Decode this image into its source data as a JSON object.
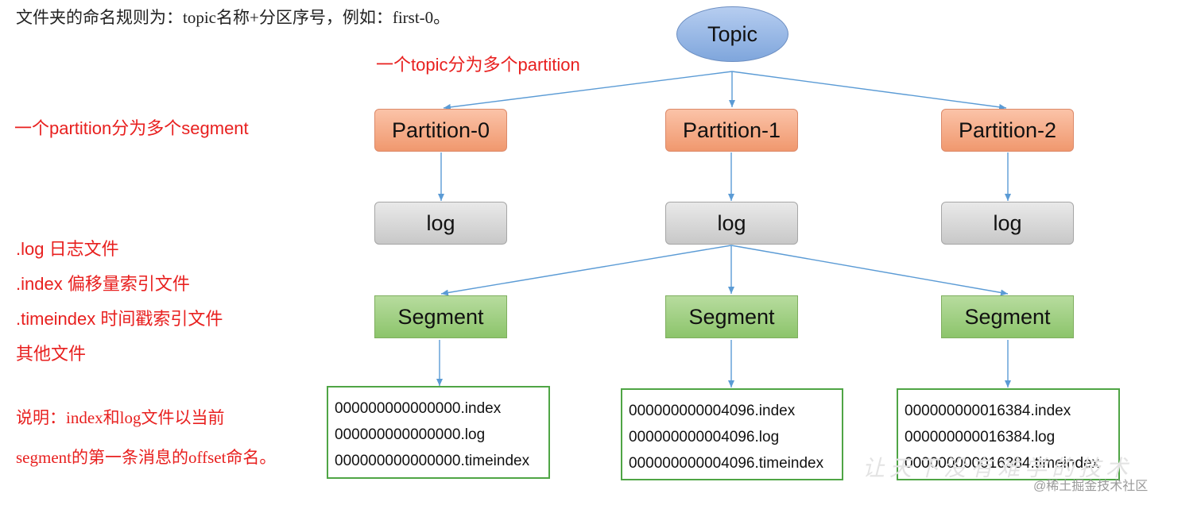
{
  "header_note": "文件夹的命名规则为：topic名称+分区序号，例如：first-0。",
  "annotations": {
    "topic_split": "一个topic分为多个partition",
    "partition_split": "一个partition分为多个segment",
    "file_types": [
      ".log  日志文件",
      ".index 偏移量索引文件",
      ".timeindex 时间戳索引文件",
      "其他文件"
    ],
    "explanation": [
      "说明：index和log文件以当前",
      "segment的第一条消息的offset命名。"
    ]
  },
  "nodes": {
    "topic": "Topic",
    "partitions": [
      "Partition-0",
      "Partition-1",
      "Partition-2"
    ],
    "logs": [
      "log",
      "log",
      "log"
    ],
    "segments": [
      "Segment",
      "Segment",
      "Segment"
    ]
  },
  "file_groups": [
    [
      "000000000000000.index",
      "000000000000000.log",
      "000000000000000.timeindex"
    ],
    [
      "000000000004096.index",
      "000000000004096.log",
      "000000000004096.timeindex"
    ],
    [
      "000000000016384.index",
      "000000000016384.log",
      "000000000016384.timeindex"
    ]
  ],
  "watermark": "@稀土掘金技术社区",
  "watermark_faint": "让天下没有难学的技术",
  "colors": {
    "annotation_red": "#e8201f",
    "arrow_blue": "#5b9bd5",
    "topic_fill": "#8fb1e3",
    "partition_fill": "#f4a27f",
    "log_fill": "#d4d4d4",
    "segment_fill": "#9ccc7e",
    "file_border": "#4fa545"
  }
}
